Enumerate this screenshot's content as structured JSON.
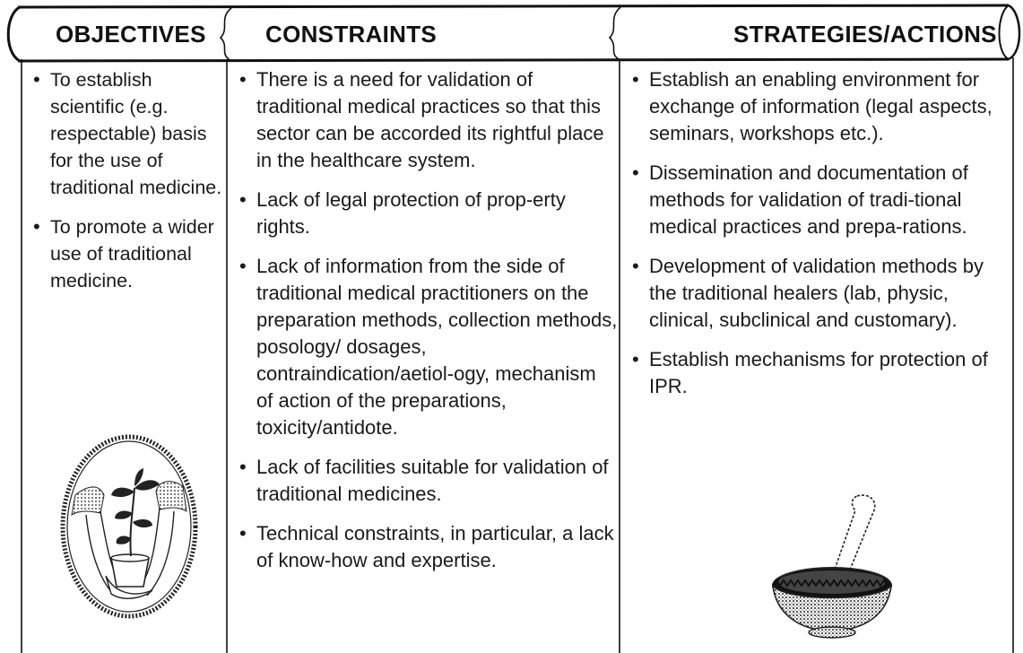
{
  "headers": {
    "objectives": "OBJECTIVES",
    "constraints": "CONSTRAINTS",
    "strategies": "STRATEGIES/ACTIONS"
  },
  "objectives": [
    "To establish scientific (e.g. respectable) basis for the use of traditional medicine.",
    "To promote a wider use of traditional medicine."
  ],
  "constraints": [
    "There is a need for validation of traditional medical practices so that this sector can be accorded its rightful place in the healthcare system.",
    "Lack of legal protection of prop-erty rights.",
    "Lack of information from the side of traditional medical practitioners on the preparation methods, collection methods, posology/ dosages, contraindication/aetiol-ogy, mechanism of action of the preparations, toxicity/antidote.",
    "Lack of facilities suitable for validation of traditional medicines.",
    "Technical constraints, in particular, a lack of know-how and expertise."
  ],
  "strategies": [
    "Establish an enabling environment for exchange of information (legal aspects, seminars, workshops etc.).",
    "Dissemination and documentation of methods for validation of tradi-tional medical practices and prepa-rations.",
    "Development of validation methods by the traditional healers (lab, physic, clinical, subclinical and customary).",
    "Establish mechanisms for protection of IPR."
  ],
  "illustrations": {
    "left": "hands-holding-seedling-icon",
    "right": "mortar-and-pestle-icon"
  }
}
